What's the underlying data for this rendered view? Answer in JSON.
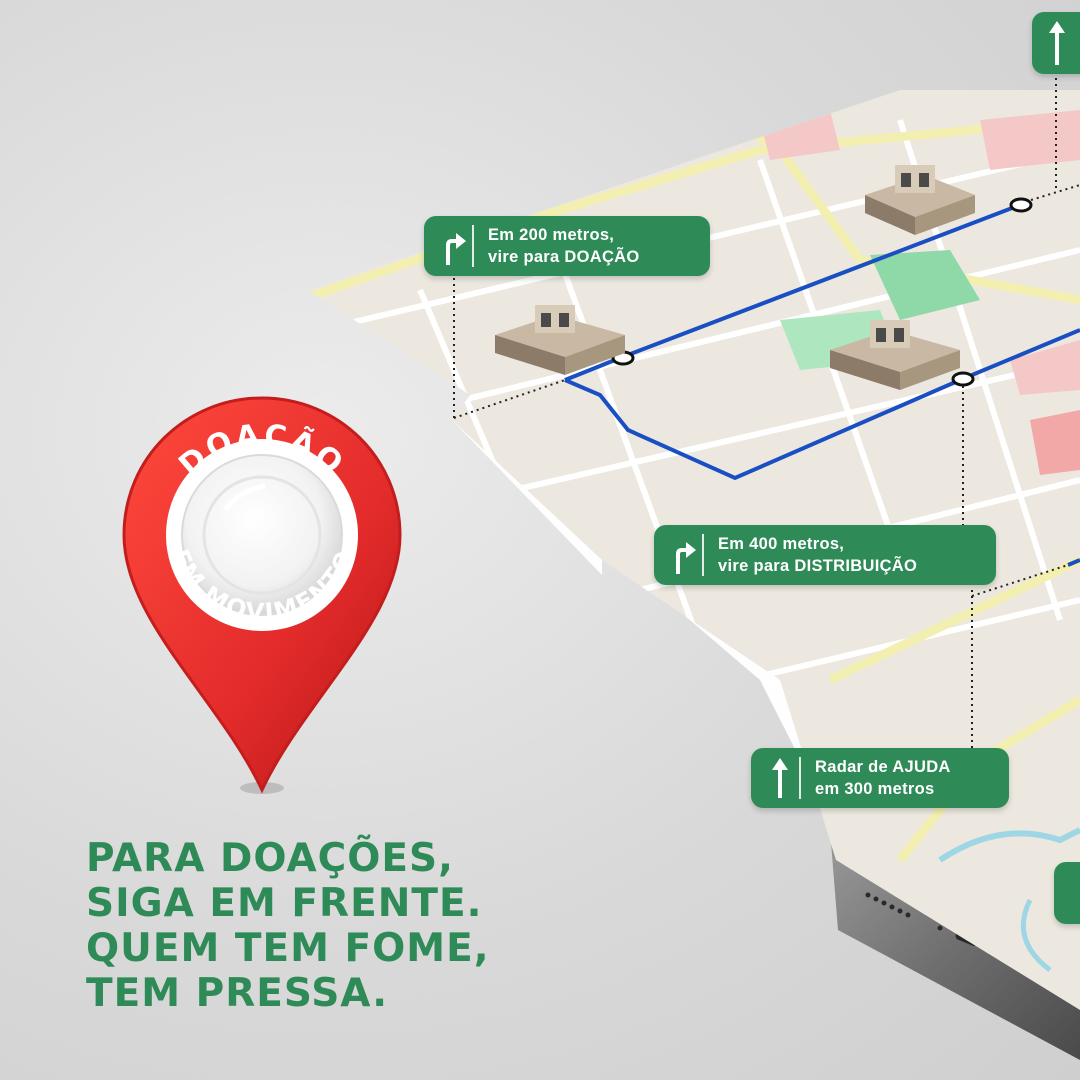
{
  "callouts": [
    {
      "id": "doacao",
      "icon": "turn-right-arrow-icon",
      "line1": "Em 200 metros,",
      "line2": "vire para DOAÇÃO"
    },
    {
      "id": "distribuicao",
      "icon": "turn-right-arrow-icon",
      "line1": "Em 400 metros,",
      "line2": "vire para DISTRIBUIÇÃO"
    },
    {
      "id": "radar",
      "icon": "straight-arrow-icon",
      "line1": "Radar de AJUDA",
      "line2": "em 300 metros"
    }
  ],
  "pin": {
    "top_text": "DOAÇÃO",
    "bottom_text": "EM MOVIMENTO",
    "color": "#e32b2b"
  },
  "headline": {
    "lines": [
      "PARA DOAÇÕES,",
      "SIGA EM FRENTE.",
      "QUEM TEM FOME,",
      "TEM PRESSA."
    ],
    "color": "#2e8b57"
  },
  "colors": {
    "accent_green": "#2e8b57",
    "route_blue": "#1a4fc4",
    "map_bg": "#ece8e0",
    "road_yellow": "#f3efb0"
  }
}
